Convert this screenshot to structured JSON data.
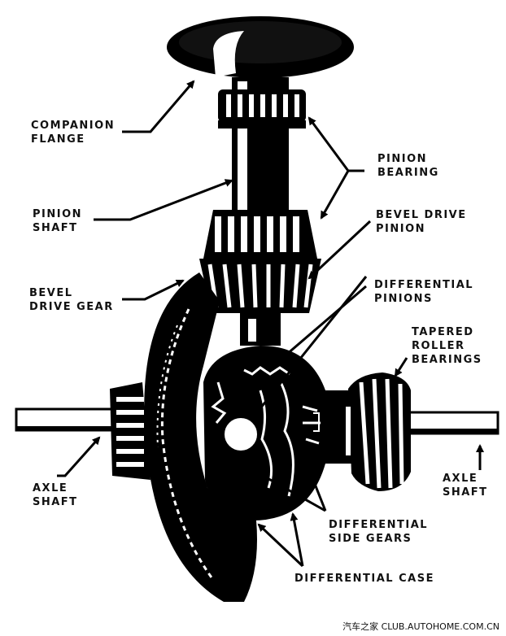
{
  "labels": {
    "companion_flange": [
      "COMPANION",
      "FLANGE"
    ],
    "pinion_shaft": [
      "PINION",
      "SHAFT"
    ],
    "pinion_bearing": [
      "PINION",
      "BEARING"
    ],
    "bevel_drive_pinion": [
      "BEVEL DRIVE",
      "PINION"
    ],
    "bevel_drive_gear": [
      "BEVEL",
      "DRIVE GEAR"
    ],
    "differential_pinions": [
      "DIFFERENTIAL",
      "PINIONS"
    ],
    "tapered_roller_bearings": [
      "TAPERED",
      "ROLLER",
      "BEARINGS"
    ],
    "axle_shaft_left": [
      "AXLE",
      "SHAFT"
    ],
    "axle_shaft_right": [
      "AXLE",
      "SHAFT"
    ],
    "differential_side_gears": [
      "DIFFERENTIAL",
      "SIDE GEARS"
    ],
    "differential_case": [
      "DIFFERENTIAL CASE"
    ]
  },
  "watermark": "汽车之家 CLUB.AUTOHOME.COM.CN"
}
